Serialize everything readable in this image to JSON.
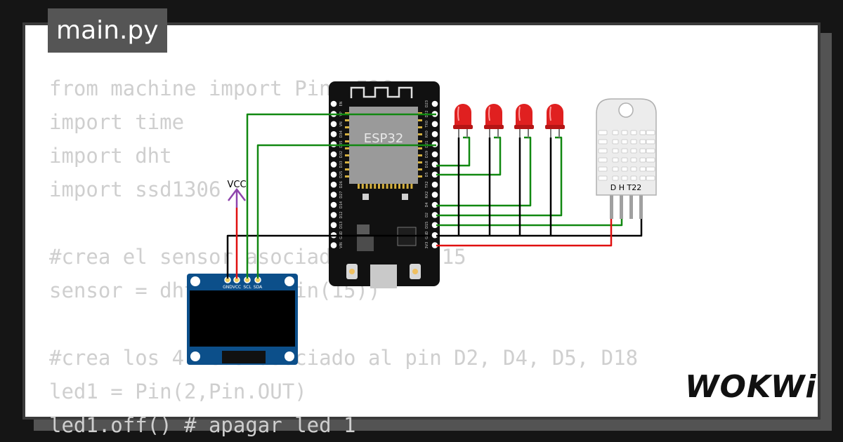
{
  "editor": {
    "file_tab": "main.py",
    "code_lines": [
      "from machine import Pin, I2C",
      "import time",
      "import dht",
      "import ssd1306",
      "",
      "#crea el sensor asociado al pin 15",
      "sensor = dht.DHT22(Pin(15))",
      "",
      "#crea los 4 leds asociado al pin D2, D4, D5, D18",
      "led1 = Pin(2,Pin.OUT)",
      "led1.off() # apagar led 1"
    ]
  },
  "diagram": {
    "esp32": {
      "label": "ESP32",
      "left_pins": [
        "EN",
        "VP",
        "VN",
        "D34",
        "D35",
        "D32",
        "D33",
        "D25",
        "D26",
        "D27",
        "D14",
        "D12",
        "D13",
        "GND",
        "VIN"
      ],
      "right_pins": [
        "D23",
        "D22",
        "TX0",
        "RX0",
        "D21",
        "D19",
        "D18",
        "D5",
        "TX2",
        "RX2",
        "D4",
        "D2",
        "D15",
        "GND",
        "3V3"
      ]
    },
    "power_symbol": {
      "label": "VCC",
      "color": "#8e44ad"
    },
    "oled": {
      "pins": [
        "GND",
        "VCC",
        "SCL",
        "SDA"
      ]
    },
    "leds": {
      "count": 4,
      "color": "#e02020"
    },
    "dht22": {
      "label": "D H T22"
    },
    "wire_colors": {
      "signal": "#118811",
      "ground": "#000000",
      "power": "#e01010"
    }
  },
  "branding": {
    "logo": "WOKWi"
  }
}
